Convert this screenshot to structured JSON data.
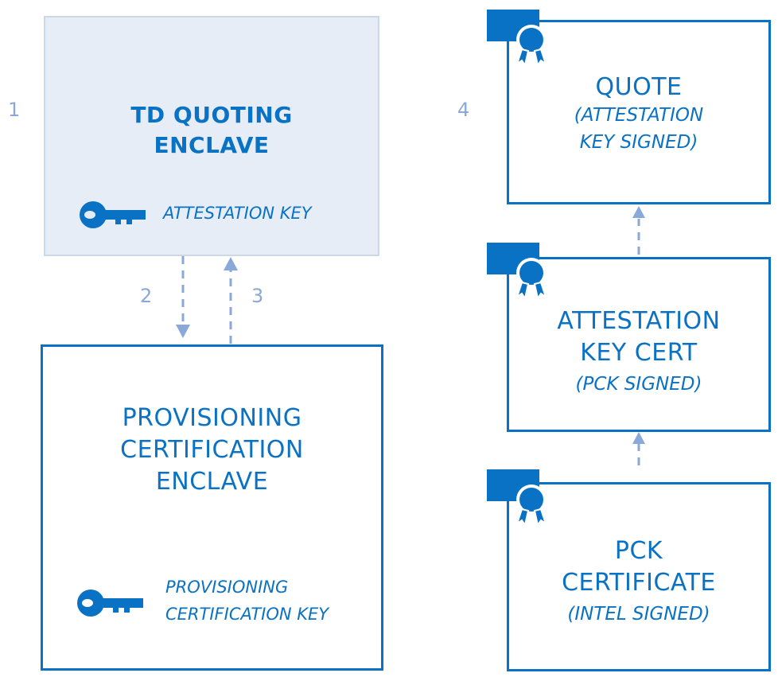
{
  "steps": {
    "s1": "1",
    "s2": "2",
    "s3": "3",
    "s4": "4"
  },
  "td_enclave": {
    "title_line1": "TD QUOTING",
    "title_line2": "ENCLAVE",
    "key_label": "ATTESTATION KEY"
  },
  "pce": {
    "title_line1": "PROVISIONING",
    "title_line2": "CERTIFICATION",
    "title_line3": "ENCLAVE",
    "key_label_line1": "PROVISIONING",
    "key_label_line2": "CERTIFICATION KEY"
  },
  "quote": {
    "title": "QUOTE",
    "sub_line1": "(ATTESTATION",
    "sub_line2": "KEY SIGNED)"
  },
  "ak_cert": {
    "title_line1": "ATTESTATION",
    "title_line2": "KEY CERT",
    "sub": "(PCK SIGNED)"
  },
  "pck_cert": {
    "title_line1": "PCK",
    "title_line2": "CERTIFICATE",
    "sub": "(INTEL SIGNED)"
  },
  "colors": {
    "primary": "#0a72c4",
    "step_numbers": "#8aa8d8",
    "arrows": "#8aa8d8",
    "enclave_fill": "#e6edf7"
  },
  "icons": {
    "key": "key-icon",
    "certificate": "certificate-icon"
  }
}
